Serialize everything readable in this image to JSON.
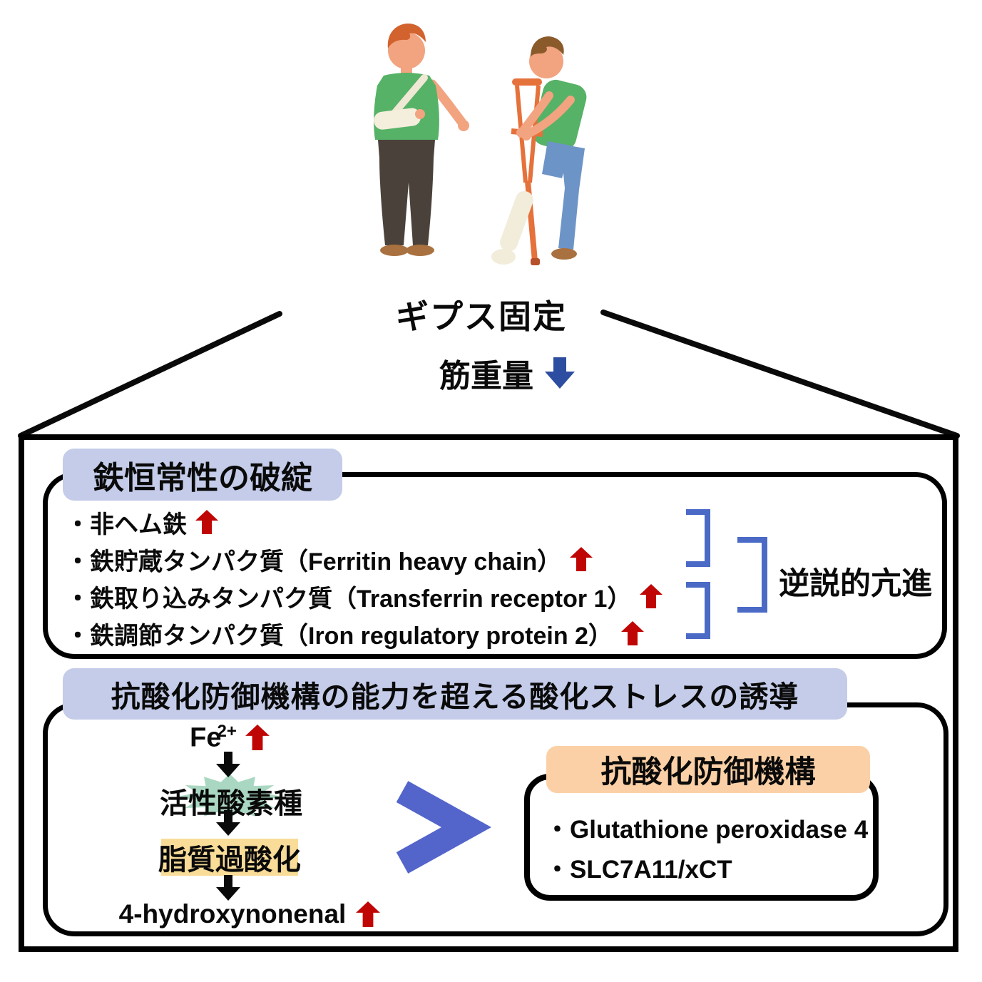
{
  "top": {
    "cast_label": "ギプス固定",
    "muscle_label": "筋重量"
  },
  "iron_section": {
    "header": "鉄恒常性の破綻",
    "items": [
      {
        "text": "・非ヘム鉄"
      },
      {
        "text": "・鉄貯蔵タンパク質（Ferritin heavy chain）"
      },
      {
        "text": "・鉄取り込みタンパク質（Transferrin receptor 1）"
      },
      {
        "text": "・鉄調節タンパク質（Iron regulatory protein 2）"
      }
    ],
    "bracket_label": "逆説的亢進"
  },
  "oxidative_section": {
    "header": "抗酸化防御機構の能力を超える酸化ストレスの誘導",
    "cascade": {
      "fe_label": "Fe",
      "fe_sup": "2+",
      "ros_label": "活性酸素種",
      "lipid_label": "脂質過酸化",
      "hne_label": "4-hydroxynonenal"
    },
    "antioxidant_box": {
      "header": "抗酸化防御機構",
      "items": [
        {
          "text": "・Glutathione peroxidase 4"
        },
        {
          "text": "・SLC7A11/xCT"
        }
      ]
    }
  },
  "icons": {
    "red-up-arrow": "block arrow ⬆",
    "black-down-arrow": "block arrow ⬇",
    "blue-down-arrow": "block arrow ⬇",
    "greater-than-symbol": ">",
    "ros-starburst": "12-point star burst",
    "patients-illustration": "two men with arm sling and leg cast with crutch"
  },
  "colors": {
    "header_lavender": "#c4cce9",
    "header_peach": "#fbd0a6",
    "lipid_yellow": "#f8dc98",
    "starburst_teal": "#a9d7c1",
    "arrow_red": "#c00505",
    "arrow_blue": "#2d4da0",
    "bracket_blue": "#4a6ac6",
    "gt_blue": "#5365cb",
    "line_black": "#0a0a0a"
  }
}
